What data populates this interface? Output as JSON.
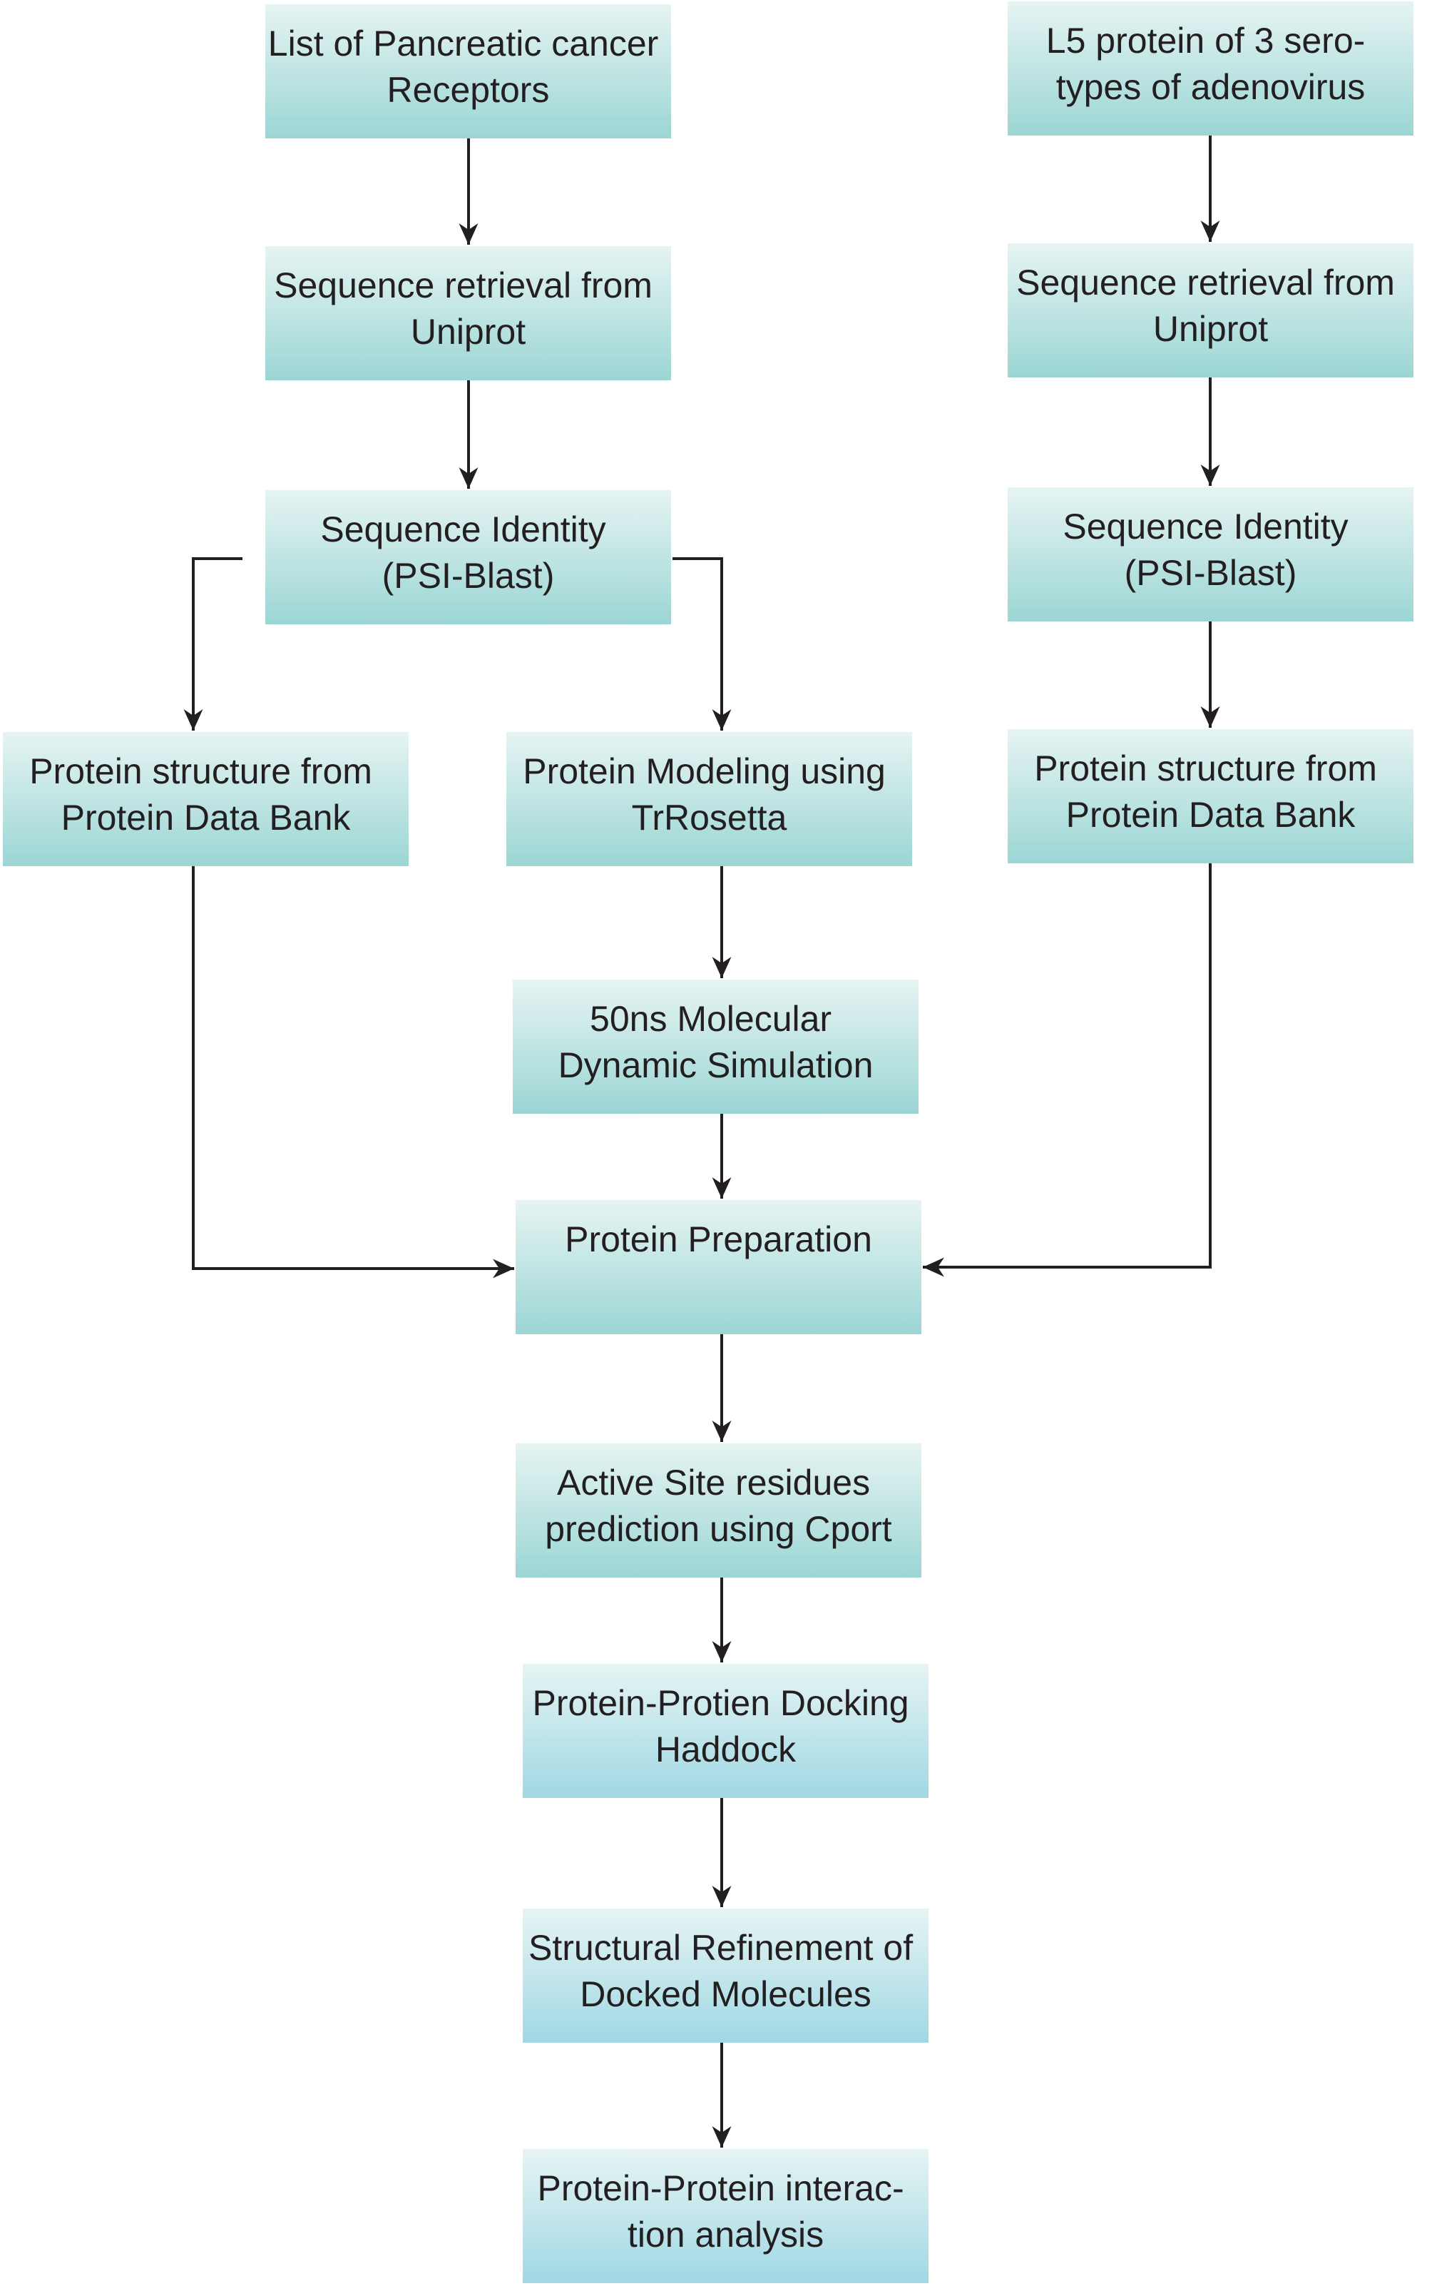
{
  "nodes": {
    "left_receptors": {
      "lines": [
        "List of Pancreatic cancer",
        "Receptors"
      ]
    },
    "right_l5": {
      "lines": [
        "L5 protein of 3 sero-",
        "types of adenovirus"
      ]
    },
    "left_retrieval": {
      "lines": [
        "Sequence retrieval from",
        "Uniprot"
      ]
    },
    "right_retrieval": {
      "lines": [
        "Sequence retrieval from",
        "Uniprot"
      ]
    },
    "left_identity": {
      "lines": [
        "Sequence Identity",
        "(PSI-Blast)"
      ]
    },
    "right_identity": {
      "lines": [
        "Sequence Identity",
        "(PSI-Blast)"
      ]
    },
    "left_pdb": {
      "lines": [
        "Protein structure from",
        "Protein Data Bank"
      ]
    },
    "modeling": {
      "lines": [
        "Protein Modeling using",
        "TrRosetta"
      ]
    },
    "right_pdb": {
      "lines": [
        "Protein structure from",
        "Protein Data Bank"
      ]
    },
    "md_simulation": {
      "lines": [
        "50ns Molecular",
        "Dynamic Simulation"
      ]
    },
    "preparation": {
      "lines": [
        "Protein Preparation"
      ]
    },
    "active_site": {
      "lines": [
        "Active Site residues",
        "prediction using Cport"
      ]
    },
    "docking": {
      "lines": [
        "Protein-Protien Docking",
        "Haddock"
      ]
    },
    "refinement": {
      "lines": [
        "Structural Refinement of",
        "Docked Molecules"
      ]
    },
    "interaction": {
      "lines": [
        "Protein-Protein interac-",
        "tion analysis"
      ]
    }
  },
  "colors": {
    "box_top": "#e6f4f3",
    "box_bottom": "#9bd6d4",
    "box_bottom_blue": "#a0d8e4",
    "line": "#231f20",
    "text": "#231f20"
  }
}
